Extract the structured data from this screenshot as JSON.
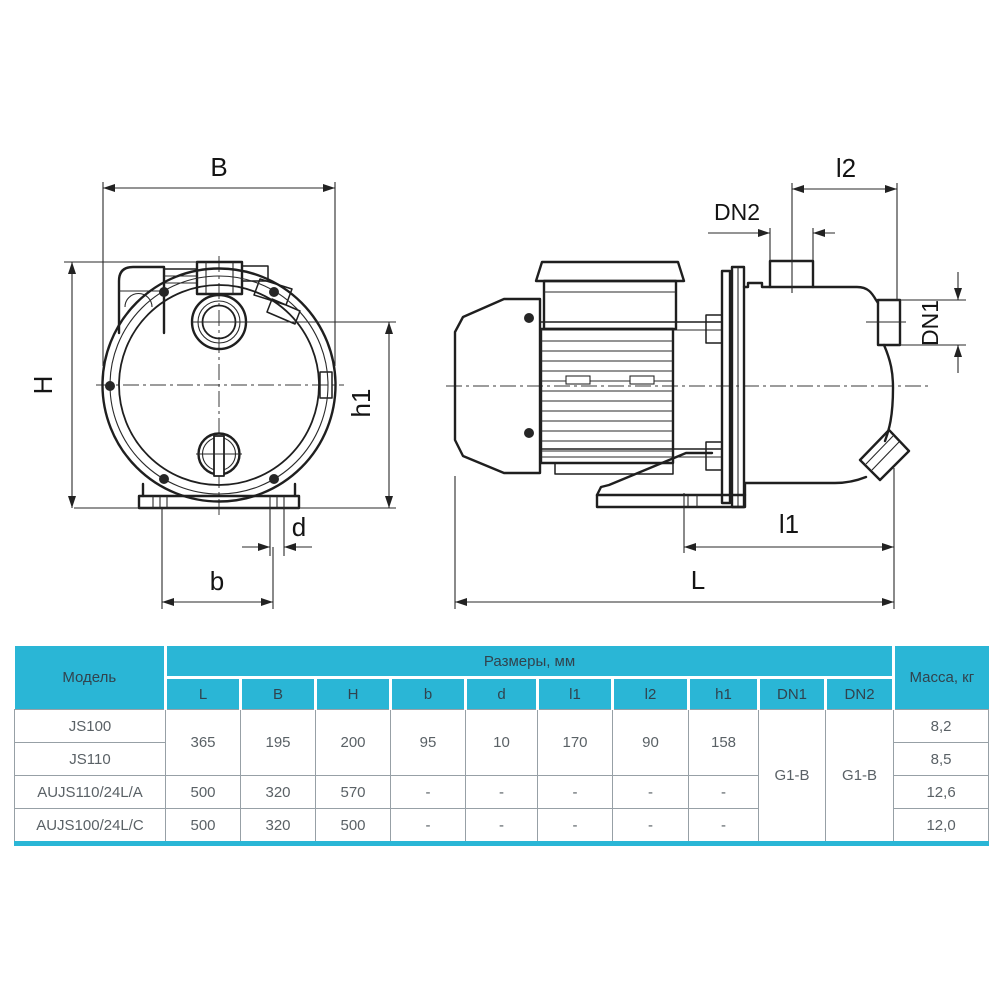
{
  "drawing": {
    "labels": {
      "B": "B",
      "H": "H",
      "h1": "h1",
      "d": "d",
      "b": "b",
      "l2": "l2",
      "dn2": "DN2",
      "dn1": "DN1",
      "l1": "l1",
      "L": "L"
    },
    "line_color": "#1f1f1f",
    "dim_color": "#2a2a2a"
  },
  "table": {
    "header": {
      "model": "Модель",
      "sizes_group": "Размеры, мм",
      "mass": "Масса, кг",
      "columns": [
        "L",
        "B",
        "H",
        "b",
        "d",
        "l1",
        "l2",
        "h1",
        "DN1",
        "DN2"
      ]
    },
    "shared_js": [
      "365",
      "195",
      "200",
      "95",
      "10",
      "170",
      "90",
      "158"
    ],
    "dn1": "G1-B",
    "dn2": "G1-B",
    "rows": [
      {
        "model": "JS100",
        "mass": "8,2"
      },
      {
        "model": "JS110",
        "mass": "8,5"
      },
      {
        "model": "AUJS110/24L/A",
        "values": [
          "500",
          "320",
          "570",
          "-",
          "-",
          "-",
          "-",
          "-"
        ],
        "mass": "12,6"
      },
      {
        "model": "AUJS100/24L/C",
        "values": [
          "500",
          "320",
          "500",
          "-",
          "-",
          "-",
          "-",
          "-"
        ],
        "mass": "12,0"
      }
    ],
    "colors": {
      "header_bg": "#2ab6d6",
      "header_text": "#31434e",
      "body_text": "#5a6166",
      "border": "#97a0a6",
      "accent_bar": "#2ab6d6"
    }
  }
}
